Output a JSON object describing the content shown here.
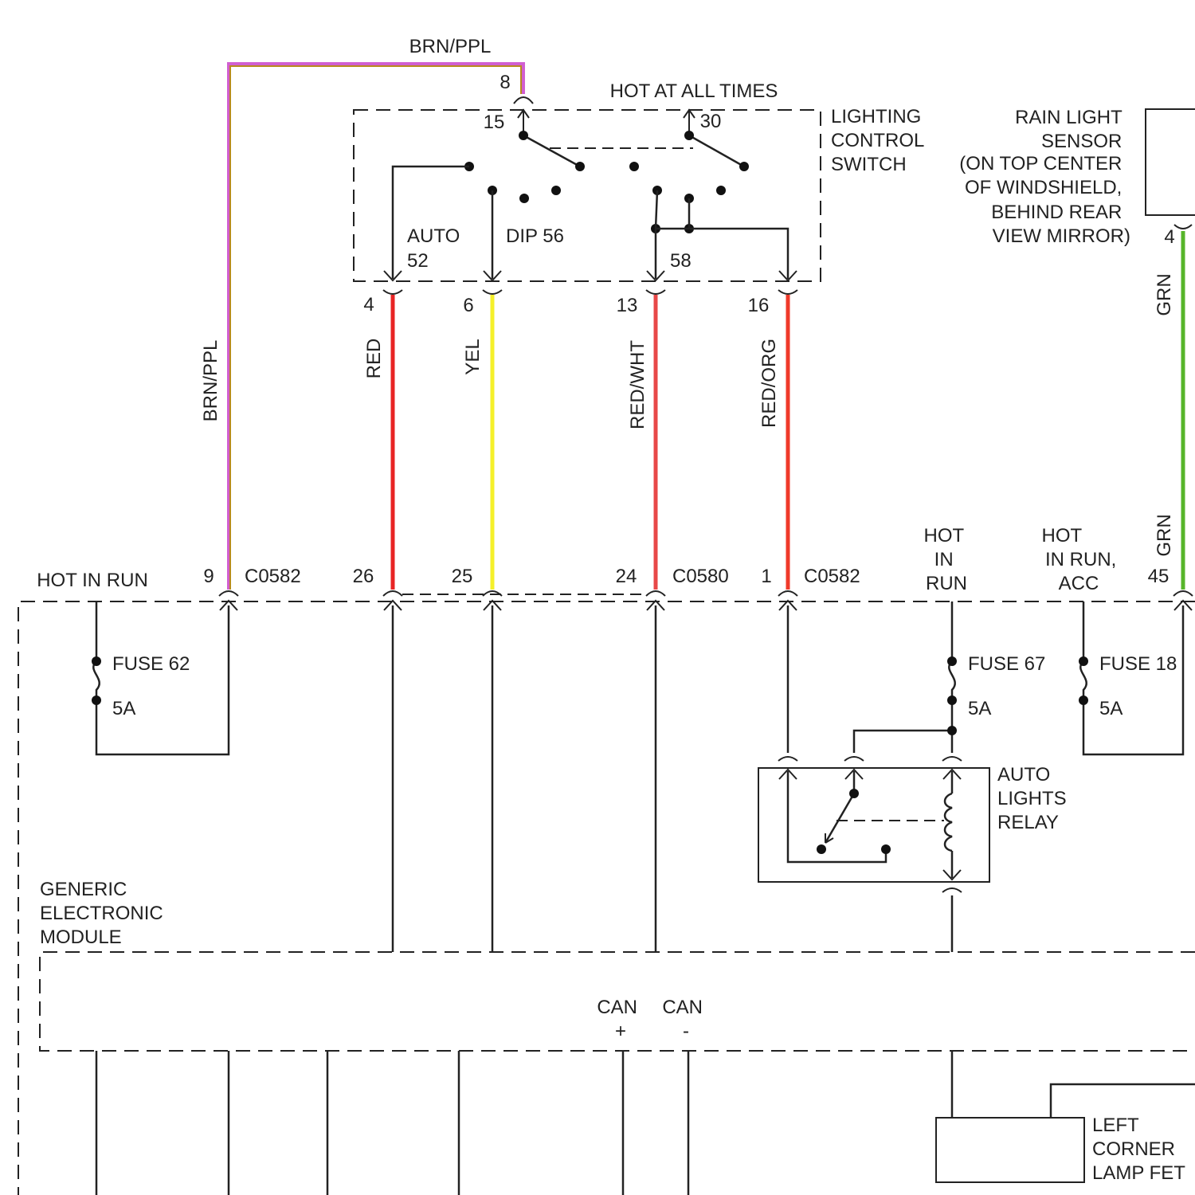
{
  "colors": {
    "brn_ppl_a": "#d15fd1",
    "brn_ppl_b": "#b88a1e",
    "red": "#e82424",
    "yel": "#f5f02a",
    "red_wht": "#e84848",
    "red_org": "#ef3a2a",
    "grn": "#57b52a"
  },
  "labels": {
    "brn_ppl_top": "BRN/PPL",
    "brn_ppl_side": "BRN/PPL",
    "pin_8": "8",
    "pin_15": "15",
    "pin_30": "30",
    "hot_at_all_times": "HOT AT ALL TIMES",
    "switch_name": [
      "LIGHTING",
      "CONTROL",
      "SWITCH"
    ],
    "auto": "AUTO",
    "auto_52": "52",
    "dip_56": "DIP 56",
    "pos_58": "58",
    "sensor_name": [
      "RAIN LIGHT",
      "SENSOR",
      "(ON TOP CENTER",
      "OF WINDSHIELD,",
      "BEHIND REAR",
      "VIEW MIRROR)"
    ],
    "sensor_pin_4": "4",
    "grn_top": "GRN",
    "grn_bottom": "GRN",
    "pin_4": "4",
    "pin_6": "6",
    "pin_13": "13",
    "pin_16": "16",
    "red": "RED",
    "yel": "YEL",
    "red_wht": "RED/WHT",
    "red_org": "RED/ORG",
    "hot_in_run_left": "HOT IN RUN",
    "pin_9": "9",
    "c0582_a": "C0582",
    "pin_26": "26",
    "pin_25": "25",
    "pin_24": "24",
    "c0580": "C0580",
    "pin_1": "1",
    "c0582_b": "C0582",
    "hot_in_run_right": [
      "HOT",
      "IN",
      "RUN"
    ],
    "hot_in_run_acc": [
      "HOT",
      "IN RUN,",
      "ACC"
    ],
    "pin_45": "45",
    "fuse_62": "FUSE 62",
    "fuse_62_rating": "5A",
    "fuse_67": "FUSE 67",
    "fuse_67_rating": "5A",
    "fuse_18": "FUSE 18",
    "fuse_18_rating": "5A",
    "relay_name": [
      "AUTO",
      "LIGHTS",
      "RELAY"
    ],
    "module_name": [
      "GENERIC",
      "ELECTRONIC",
      "MODULE"
    ],
    "can_plus": [
      "CAN",
      "+"
    ],
    "can_minus": [
      "CAN",
      "-"
    ],
    "fet_name": [
      "LEFT",
      "CORNER",
      "LAMP FET"
    ]
  }
}
